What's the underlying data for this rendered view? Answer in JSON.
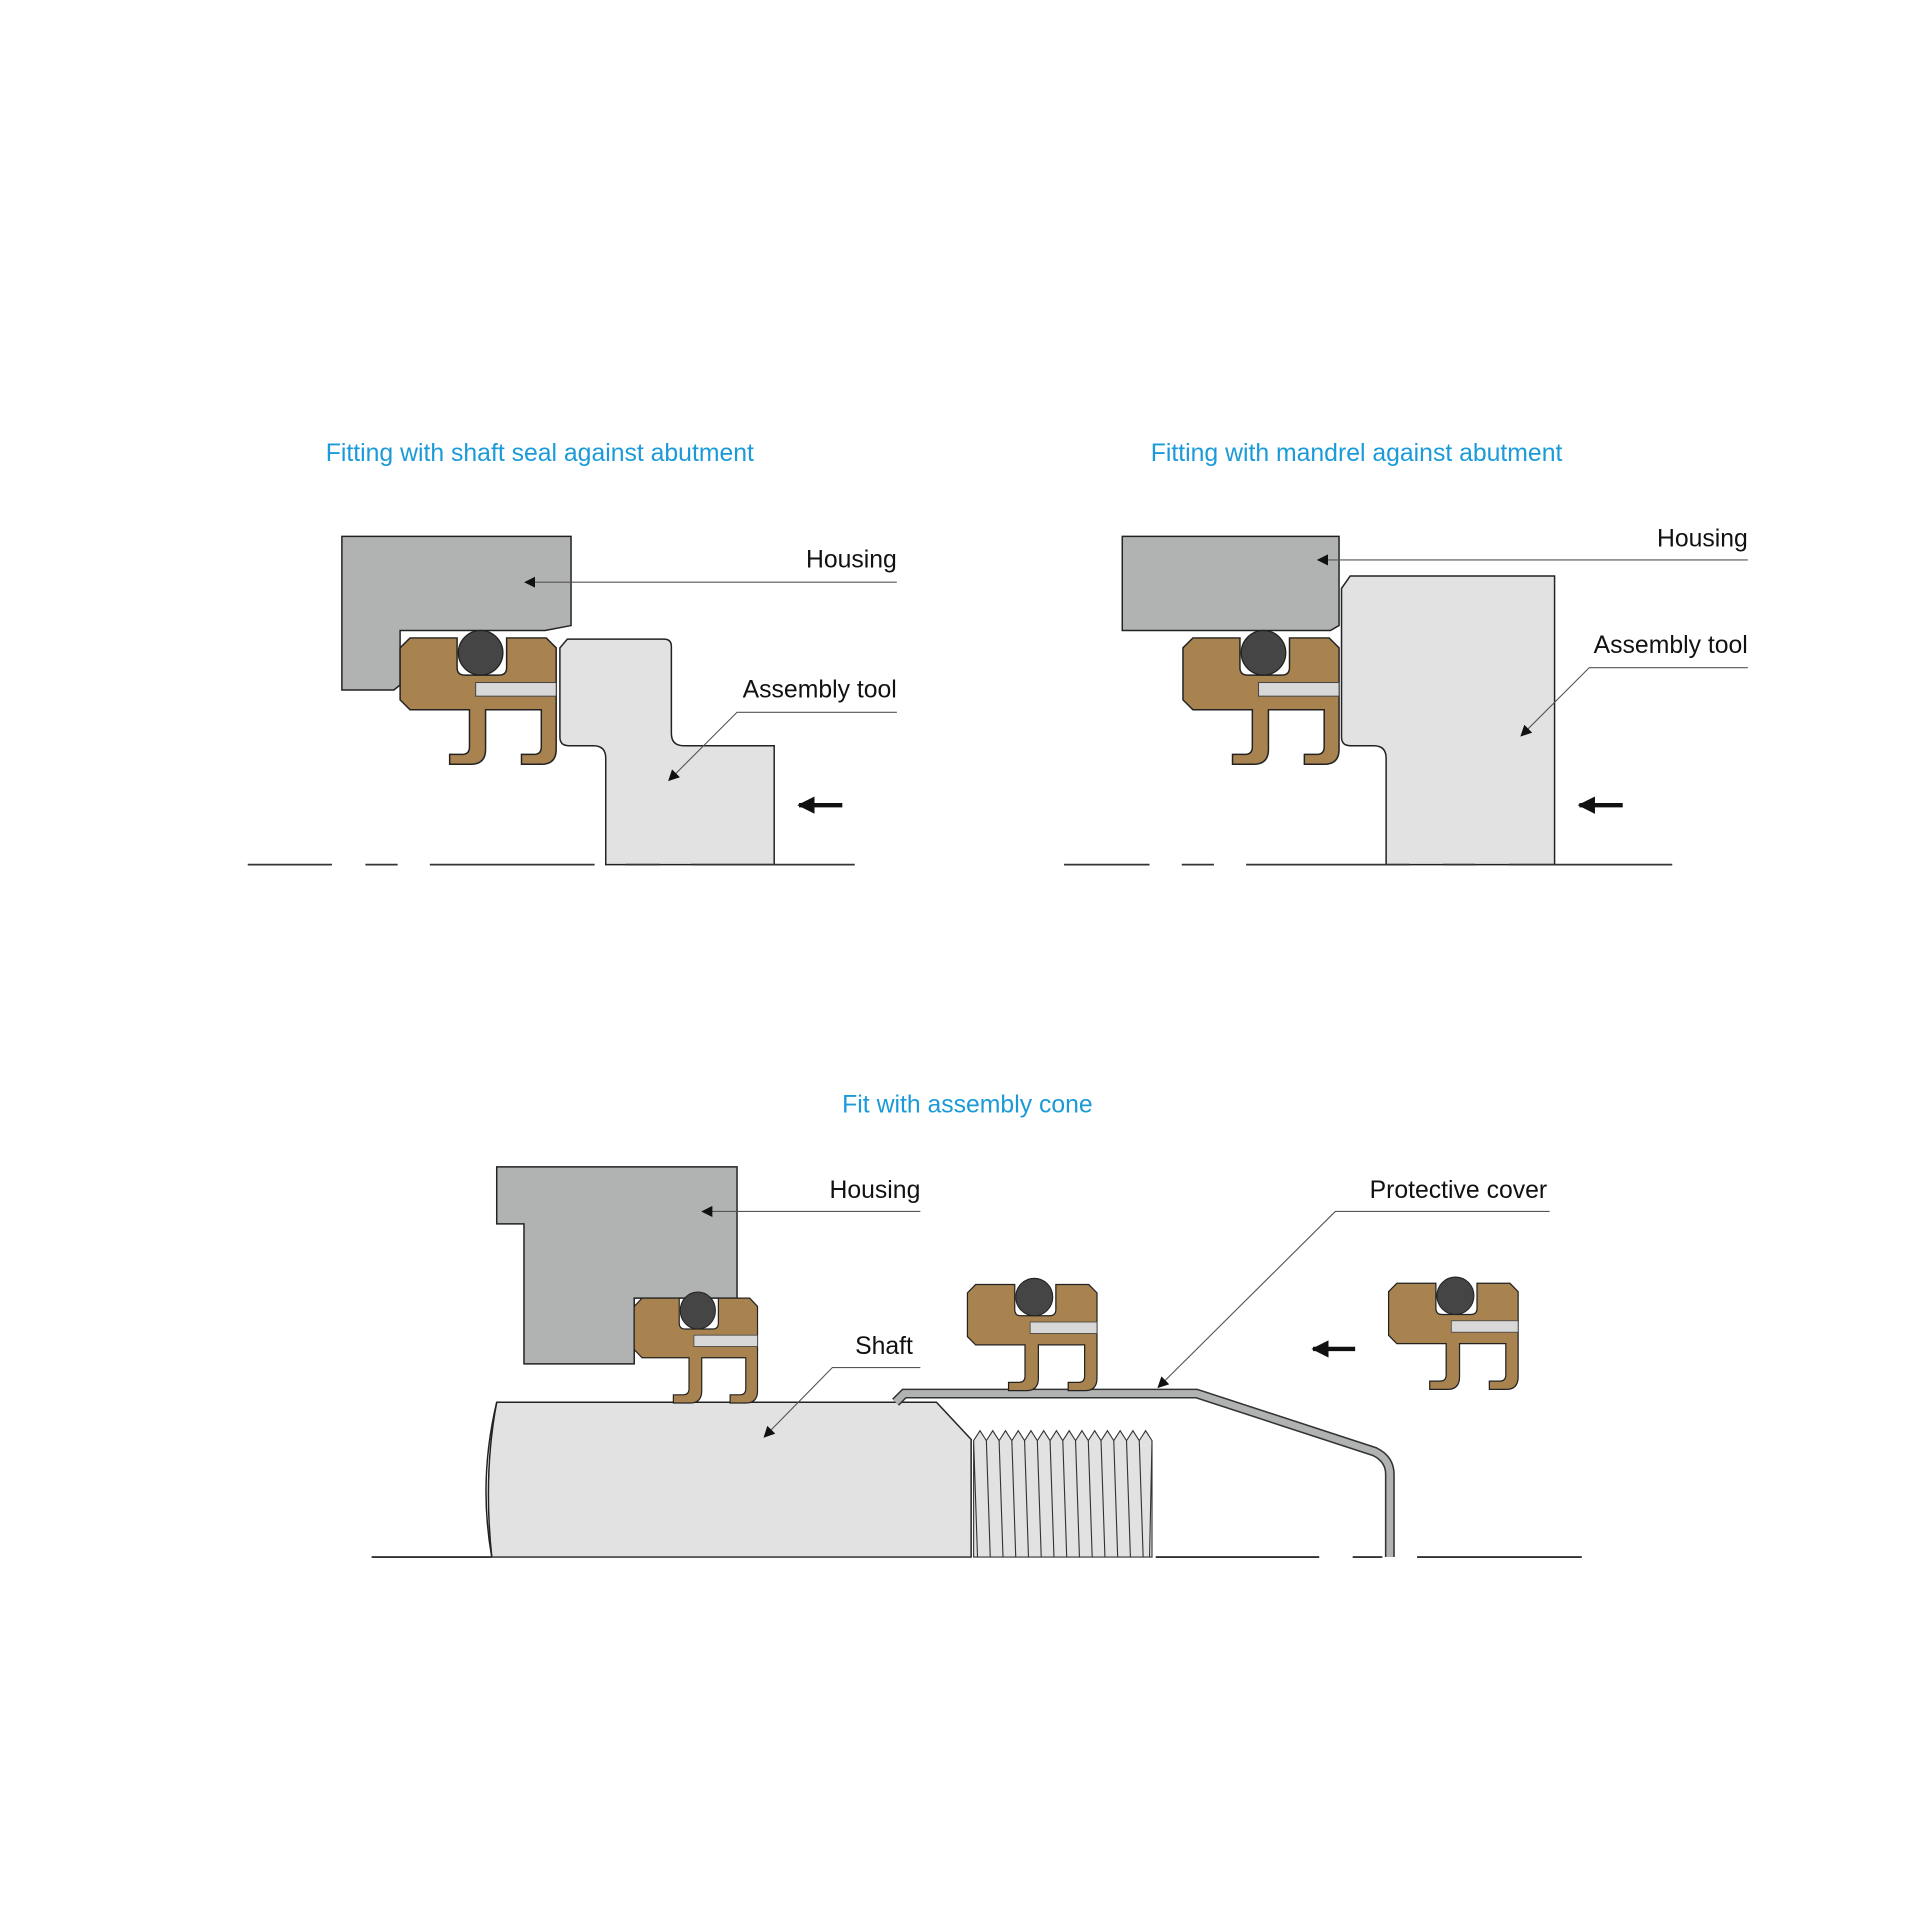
{
  "panels": [
    {
      "title": "Fitting with shaft seal against abutment",
      "labels": {
        "housing": "Housing",
        "tool": "Assembly tool"
      }
    },
    {
      "title": "Fitting with mandrel against abutment",
      "labels": {
        "housing": "Housing",
        "tool": "Assembly tool"
      }
    },
    {
      "title": "Fit with assembly cone",
      "labels": {
        "housing": "Housing",
        "shaft": "Shaft",
        "cover": "Protective cover"
      }
    }
  ],
  "colors": {
    "title": "#1a9ad8",
    "seal": "#a88350",
    "housing": "#b1b3b2",
    "tool": "#e2e2e2",
    "oring": "#454545"
  }
}
